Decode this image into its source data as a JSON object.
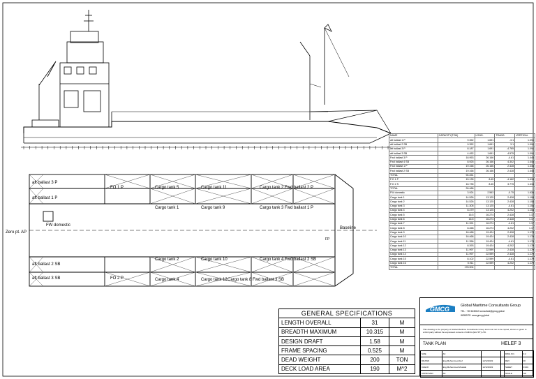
{
  "plan": {
    "tanks": [
      {
        "id": "aft-ballast-3p",
        "label": "aft ballast 3 P"
      },
      {
        "id": "aft-ballast-1p",
        "label": "aft ballast 1 P"
      },
      {
        "id": "fo-1p",
        "label": "FO 1 P"
      },
      {
        "id": "cargo-tank-5",
        "label": "Cargo tank 5"
      },
      {
        "id": "cargo-tank-11",
        "label": "Cargo tank 11"
      },
      {
        "id": "cargo-tank-2-fwd-ballast-2p",
        "label": "Cargo tank 2 Fwd ballast 2 P"
      },
      {
        "id": "cargo-tank-1",
        "label": "Cargo tank 1"
      },
      {
        "id": "cargo-tank-9",
        "label": "Cargo tank 9"
      },
      {
        "id": "cargo-tank-3-fwd-ballast-1p",
        "label": "Cargo tank 3 Fwd ballast 1 P"
      },
      {
        "id": "fw-domestic",
        "label": "FW domestic"
      },
      {
        "id": "cargo-tank-2-sb",
        "label": "Cargo tank 2"
      },
      {
        "id": "cargo-tank-10",
        "label": "Cargo tank 10"
      },
      {
        "id": "cargo-tank-4-fwd-ballast-2sb",
        "label": "Cargo tank 4 Fwd ballast 2 SB"
      },
      {
        "id": "aft-ballast-2sb",
        "label": "aft ballast 2 SB"
      },
      {
        "id": "aft-ballast-3sb",
        "label": "aft ballast 3 SB"
      },
      {
        "id": "fo-2p",
        "label": "FO 2 P"
      },
      {
        "id": "cargo-tank-4",
        "label": "Cargo tank 4"
      },
      {
        "id": "cargo-tank-12",
        "label": "Cargo tank 12"
      },
      {
        "id": "cargo-tank-8-fwd-ballast-3sb",
        "label": "Cargo tank 8 Fwd ballast 3 SB"
      }
    ],
    "zero_frame": "Zero pt. AP",
    "baseline": "Baseline",
    "fp": "FP"
  },
  "capacity_table": {
    "headers": [
      "NAME",
      "CAPACITY(TON)",
      "LONG.",
      "TRANS.",
      "VERTICAL"
    ],
    "rows": [
      [
        "aft ballast 1 P",
        "9.352",
        "1.691",
        "-3.1",
        "1.094"
      ],
      [
        "aft ballast 2 SB",
        "9.352",
        "1.691",
        "3.1",
        "1.094"
      ],
      [
        "aft ballast 3 P",
        "8.187",
        "1.691",
        "-4.785",
        "1.094"
      ],
      [
        "aft ballast 3 SB",
        "4.452",
        "1.691",
        "4.575",
        "1.094"
      ],
      [
        "Fwd ballast 3 P",
        "18.953",
        "26.166",
        "-4.61",
        "1.445"
      ],
      [
        "Fwd ballast 4 SB",
        "8.925",
        "26.166",
        "4.302",
        "1.445"
      ],
      [
        "Fwd ballast 1 P",
        "19.166",
        "26.166",
        "2.428",
        "1.445"
      ],
      [
        "Fwd ballast 2 SB",
        "19.166",
        "26.166",
        "2.428",
        "1.445"
      ],
      [
        "TOTAL",
        "94.451",
        "",
        "",
        ""
      ],
      [
        "F.O 1 P",
        "15.135",
        "8.45",
        "-4.182",
        "1.415"
      ],
      [
        "F.O 2 S",
        "16.735",
        "8.45",
        "3.775",
        "1.415"
      ],
      [
        "TOTAL",
        "26.486",
        "",
        "",
        ""
      ],
      [
        "FW domestic",
        "3.924",
        "2.563",
        "-0.75",
        "1.626"
      ],
      [
        "Cargo tank 1",
        "14.526",
        "13.125",
        "2.428",
        "1.108"
      ],
      [
        "Cargo tank 2",
        "14.526",
        "13.125",
        "2.428",
        "1.108"
      ],
      [
        "Cargo tank 3",
        "11.305",
        "13.125",
        "-4.61",
        "1.108"
      ],
      [
        "Cargo tank 4",
        "8.479",
        "13.125",
        "4.202",
        "1.108"
      ],
      [
        "Cargo tank 5",
        "16.5",
        "16.274",
        "2.428",
        "1.17"
      ],
      [
        "Cargo tank 6",
        "16.5",
        "16.274",
        "2.428",
        "1.17"
      ],
      [
        "Cargo tank 7",
        "11.391",
        "16.274",
        "-4.61",
        "1.17"
      ],
      [
        "Cargo tank 8",
        "8.468",
        "16.274",
        "4.202",
        "1.17"
      ],
      [
        "Cargo tank 9",
        "16.468",
        "19.424",
        "2.428",
        "1.179"
      ],
      [
        "Cargo tank 10",
        "16.468",
        "19.424",
        "2.428",
        "1.179"
      ],
      [
        "Cargo tank 11",
        "11.356",
        "19.424",
        "-4.61",
        "1.179"
      ],
      [
        "Cargo tank 12",
        "8.393",
        "19.424",
        "4.202",
        "1.179"
      ],
      [
        "Cargo tank 13",
        "11.997",
        "22.599",
        "2.428",
        "1.179"
      ],
      [
        "Cargo tank 14",
        "11.997",
        "22.599",
        "2.428",
        "1.179"
      ],
      [
        "Cargo tank 15",
        "8.102",
        "22.599",
        "-4.61",
        "1.179"
      ],
      [
        "Cargo tank 16",
        "5.911",
        "22.599",
        "4.202",
        "1.179"
      ],
      [
        "TOTAL",
        "178.904",
        "",
        "",
        ""
      ]
    ]
  },
  "specs": {
    "title": "GENERAL SPECIFICATIONS",
    "rows": [
      {
        "label": "LENGTH OVERALL",
        "value": "31",
        "unit": "M"
      },
      {
        "label": "BREADTH MAXIMUM",
        "value": "10.315",
        "unit": "M"
      },
      {
        "label": "DESIGN DRAFT",
        "value": "1.58",
        "unit": "M"
      },
      {
        "label": "FRAME SPACING",
        "value": "0.525",
        "unit": "M"
      },
      {
        "label": "DEAD WEIGHT",
        "value": "200",
        "unit": "TON"
      },
      {
        "label": "DECK LOAD AREA",
        "value": "190",
        "unit": "M^2"
      }
    ]
  },
  "title_block": {
    "logo_text": "GMCG",
    "company": "Global Maritime Consultants Group",
    "contact": "TEL : +30 6438115      consultant@gmcg.global",
    "website": "WEBSITE: www.gmcg.global",
    "notice": "This drawing is the property of Global Maritime Consultants Group and must not to be copied, shown or given to a third party without the expressed consent of GMCG (EGYPT) LTD.",
    "drawing_title": "TANK PLAN",
    "sheet": "HELEF 3",
    "fields": [
      [
        "SIZE",
        "A3",
        "",
        "",
        "DWG NO.",
        "0.2"
      ],
      [
        "DRAWN",
        "Eng.Mohammed Atef",
        "12/12/2022",
        "",
        "REV",
        "00"
      ],
      [
        "CHECK",
        "Eng.Mohammed Mostafa",
        "12/12/2022",
        "",
        "SHEET",
        "01/01"
      ],
      [
        "APPROVED",
        "AF",
        "",
        "",
        "SCALE",
        "NO"
      ]
    ]
  },
  "colors": {
    "line": "#000000",
    "accent": "#1a7ec2",
    "hatch": "#555555"
  }
}
